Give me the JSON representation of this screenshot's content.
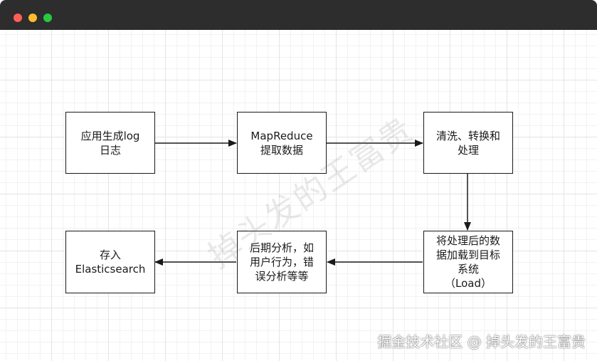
{
  "nodes": {
    "app_log": "应用生成log\n日志",
    "mapreduce": "MapReduce\n提取数据",
    "clean": "清洗、转换和\n处理",
    "load": "将处理后的数\n据加载到目标\n系统\n（Load）",
    "analysis": "后期分析，如\n用户行为，错\n误分析等等",
    "store": "存入\nElasticsearch"
  },
  "watermark": "掉头发的王富贵",
  "credit": "掘金技术社区 @ 掉头发的王富贵",
  "colors": {
    "titlebar": "#2d2d2d",
    "dot_red": "#ff5f57",
    "dot_yellow": "#febc2e",
    "dot_green": "#28c840",
    "stroke": "#1a1a1a"
  }
}
